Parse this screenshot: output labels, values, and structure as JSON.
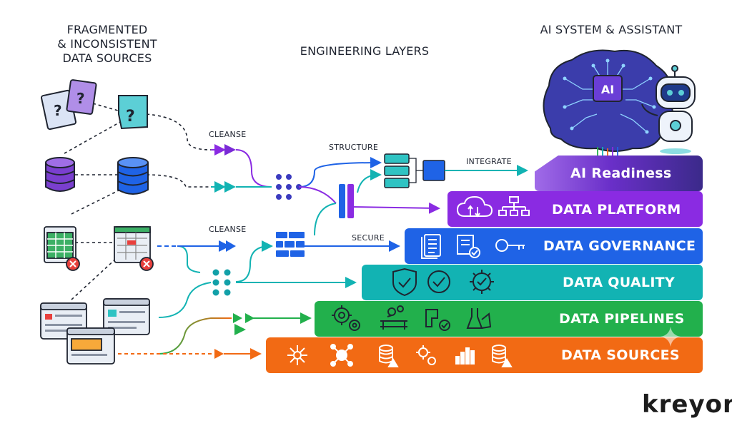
{
  "headings": {
    "sources": "FRAGMENTED\n& INCONSISTENT\nDATA SOURCES",
    "engineering": "ENGINEERING LAYERS",
    "ai": "AI SYSTEM & ASSISTANT"
  },
  "flow_labels": {
    "cleanse_top": "CLEANSE",
    "structure": "STRUCTURE",
    "integrate": "INTEGRATE",
    "cleanse_mid": "CLEANSE",
    "secure": "SECURE"
  },
  "layers": [
    {
      "label": "AI Readiness",
      "color": "#7a2ad6"
    },
    {
      "label": "DATA PLATFORM",
      "color": "#8a2be2"
    },
    {
      "label": "DATA GOVERNANCE",
      "color": "#1f63e6"
    },
    {
      "label": "DATA QUALITY",
      "color": "#12b3b3"
    },
    {
      "label": "DATA PIPELINES",
      "color": "#22b04c"
    },
    {
      "label": "DATA SOURCES",
      "color": "#f26a14"
    }
  ],
  "brain_badge": "AI",
  "logo": "kreyon",
  "icons": {
    "sources": [
      "document-question-icon",
      "database-icon",
      "spreadsheet-error-icon",
      "browser-window-icon"
    ],
    "platform": [
      "cloud-sync-icon",
      "network-hierarchy-icon"
    ],
    "governance": [
      "policy-document-icon",
      "certificate-check-icon",
      "key-icon"
    ],
    "quality": [
      "shield-check-icon",
      "check-circle-icon",
      "gear-check-icon"
    ],
    "pipelines": [
      "gears-icon",
      "pipeline-nodes-icon",
      "pipe-check-icon",
      "lab-flask-icon"
    ],
    "data_sources": [
      "network-node-icon",
      "hub-node-icon",
      "database-warning-icon",
      "gears-small-icon",
      "bar-chart-icon",
      "database-alert-icon"
    ]
  }
}
